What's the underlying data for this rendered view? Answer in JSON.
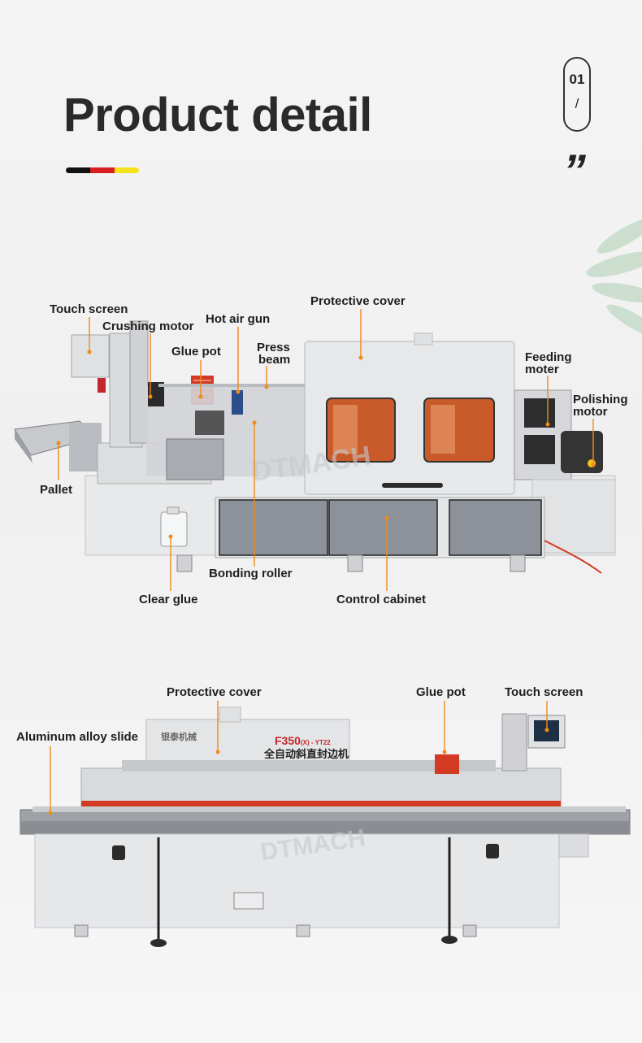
{
  "header": {
    "title": "Product detail",
    "page_number": "01",
    "page_divider": "/",
    "quote_mark": "”",
    "flag_colors": [
      "#111111",
      "#d81e1e",
      "#f4e31a"
    ]
  },
  "machine_side_view": {
    "labels": {
      "touch_screen": "Touch screen",
      "crushing_motor": "Crushing motor",
      "hot_air_gun": "Hot air gun",
      "protective_cover": "Protective cover",
      "glue_pot": "Glue pot",
      "press_beam_line1": "Press",
      "press_beam_line2": "beam",
      "feeding_moter_line1": "Feeding",
      "feeding_moter_line2": "moter",
      "polishing_motor_line1": "Polishing",
      "polishing_motor_line2": "motor",
      "pallet": "Pallet",
      "bonding_roller": "Bonding roller",
      "clear_glue": "Clear glue",
      "control_cabinet": "Control cabinet"
    },
    "watermark": "DTMACH"
  },
  "machine_front_view": {
    "labels": {
      "protective_cover": "Protective cover",
      "glue_pot": "Glue pot",
      "touch_screen": "Touch screen",
      "aluminum_alloy_slide": "Aluminum alloy slide"
    },
    "brand_text": "银泰机械",
    "model_text": "F350",
    "model_suffix": "(X) - YT22",
    "model_subtitle": "全自动斜直封边机",
    "watermark": "DTMACH"
  },
  "colors": {
    "accent_lead": "#f08a1a",
    "machine_body": "#e6e7e9",
    "panel_gray": "#8d9199",
    "red_strip": "#d33a22"
  }
}
